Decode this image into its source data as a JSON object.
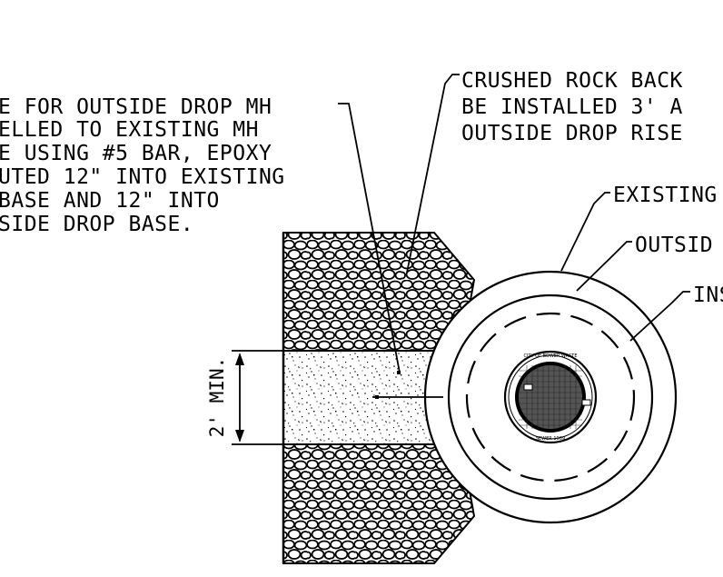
{
  "left_note": {
    "lines": [
      "E FOR OUTSIDE DROP MH",
      "ELLED TO EXISTING MH",
      "E USING #5 BAR, EPOXY",
      "UTED 12\" INTO EXISTING",
      "BASE AND 12\" INTO",
      "SIDE DROP BASE."
    ]
  },
  "top_note": {
    "lines": [
      "CRUSHED ROCK BACK",
      "BE INSTALLED 3' A",
      "OUTSIDE DROP RISE"
    ]
  },
  "callouts": {
    "existing": "EXISTING",
    "outside": "OUTSID",
    "inside": "INS"
  },
  "dimension": {
    "label": "2' MIN."
  },
  "manhole_cover": {
    "ring_text_top": "CITY OF BOWER WASTE",
    "ring_text_bottom": "SEWER 1969"
  }
}
